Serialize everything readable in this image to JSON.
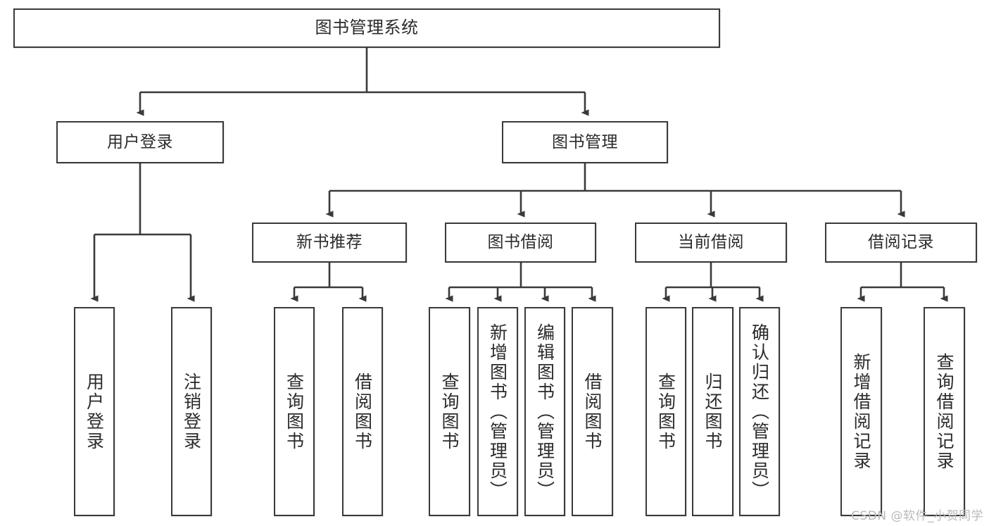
{
  "diagram": {
    "type": "hierarchy-tree",
    "title": "图书管理系统",
    "watermark": "CSDN @软件_小贺同学",
    "colors": {
      "stroke": "#3a3a3a",
      "text": "#2b2b2b",
      "background": "#ffffff",
      "watermark": "#b9b9b9"
    },
    "levels": {
      "level1": [
        {
          "id": "root",
          "label": "图书管理系统"
        }
      ],
      "level2": [
        {
          "id": "user-login",
          "label": "用户登录"
        },
        {
          "id": "book-management",
          "label": "图书管理"
        }
      ],
      "level3": [
        {
          "id": "new-book-recommend",
          "label": "新书推荐"
        },
        {
          "id": "book-borrow",
          "label": "图书借阅"
        },
        {
          "id": "current-borrow",
          "label": "当前借阅"
        },
        {
          "id": "borrow-record",
          "label": "借阅记录"
        }
      ],
      "leaves": {
        "user-login": [
          {
            "id": "leaf-user-login",
            "label": "用户登录"
          },
          {
            "id": "leaf-user-logout",
            "label": "注销登录"
          }
        ],
        "new-book-recommend": [
          {
            "id": "leaf-query-book-1",
            "label": "查询图书"
          },
          {
            "id": "leaf-borrow-book-1",
            "label": "借阅图书"
          }
        ],
        "book-borrow": [
          {
            "id": "leaf-query-book-2",
            "label": "查询图书"
          },
          {
            "id": "leaf-add-book-admin",
            "label": "新增图书（管理员）"
          },
          {
            "id": "leaf-edit-book-admin",
            "label": "编辑图书（管理员）"
          },
          {
            "id": "leaf-borrow-book-2",
            "label": "借阅图书"
          }
        ],
        "current-borrow": [
          {
            "id": "leaf-query-book-3",
            "label": "查询图书"
          },
          {
            "id": "leaf-return-book",
            "label": "归还图书"
          },
          {
            "id": "leaf-confirm-return-admin",
            "label": "确认归还（管理员）"
          }
        ],
        "borrow-record": [
          {
            "id": "leaf-add-borrow-record",
            "label": "新增借阅记录"
          },
          {
            "id": "leaf-query-borrow-record",
            "label": "查询借阅记录"
          }
        ]
      }
    }
  }
}
